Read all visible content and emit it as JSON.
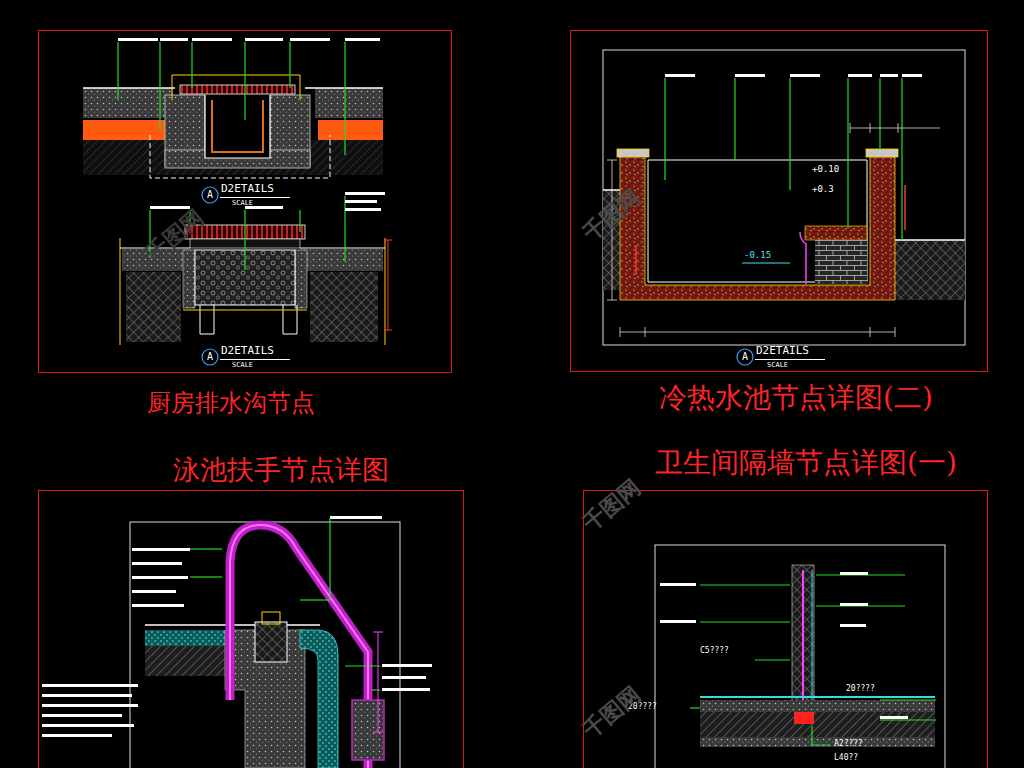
{
  "diagram": {
    "nodes": [
      {
        "text": [
          "厨房排水沟节点"
        ]
      },
      {
        "text": [
          "冷热水池节点详图(二)"
        ]
      },
      {
        "text": [
          "泳池扶手节点详图"
        ]
      },
      {
        "text": [
          "卫生间隔墙节点详图(一)"
        ]
      }
    ],
    "labels": [
      "A",
      "D2ETAILS",
      "SCALE",
      "A",
      "D2ETAILS",
      "SCALE",
      "A",
      "D2ETAILS",
      "SCALE",
      "+0.10",
      "+0.3",
      "-0.15",
      "C5????",
      "20????",
      "20????",
      "A2????",
      "L40??",
      "千图网",
      "千图网",
      "千图网",
      "千图网"
    ]
  }
}
